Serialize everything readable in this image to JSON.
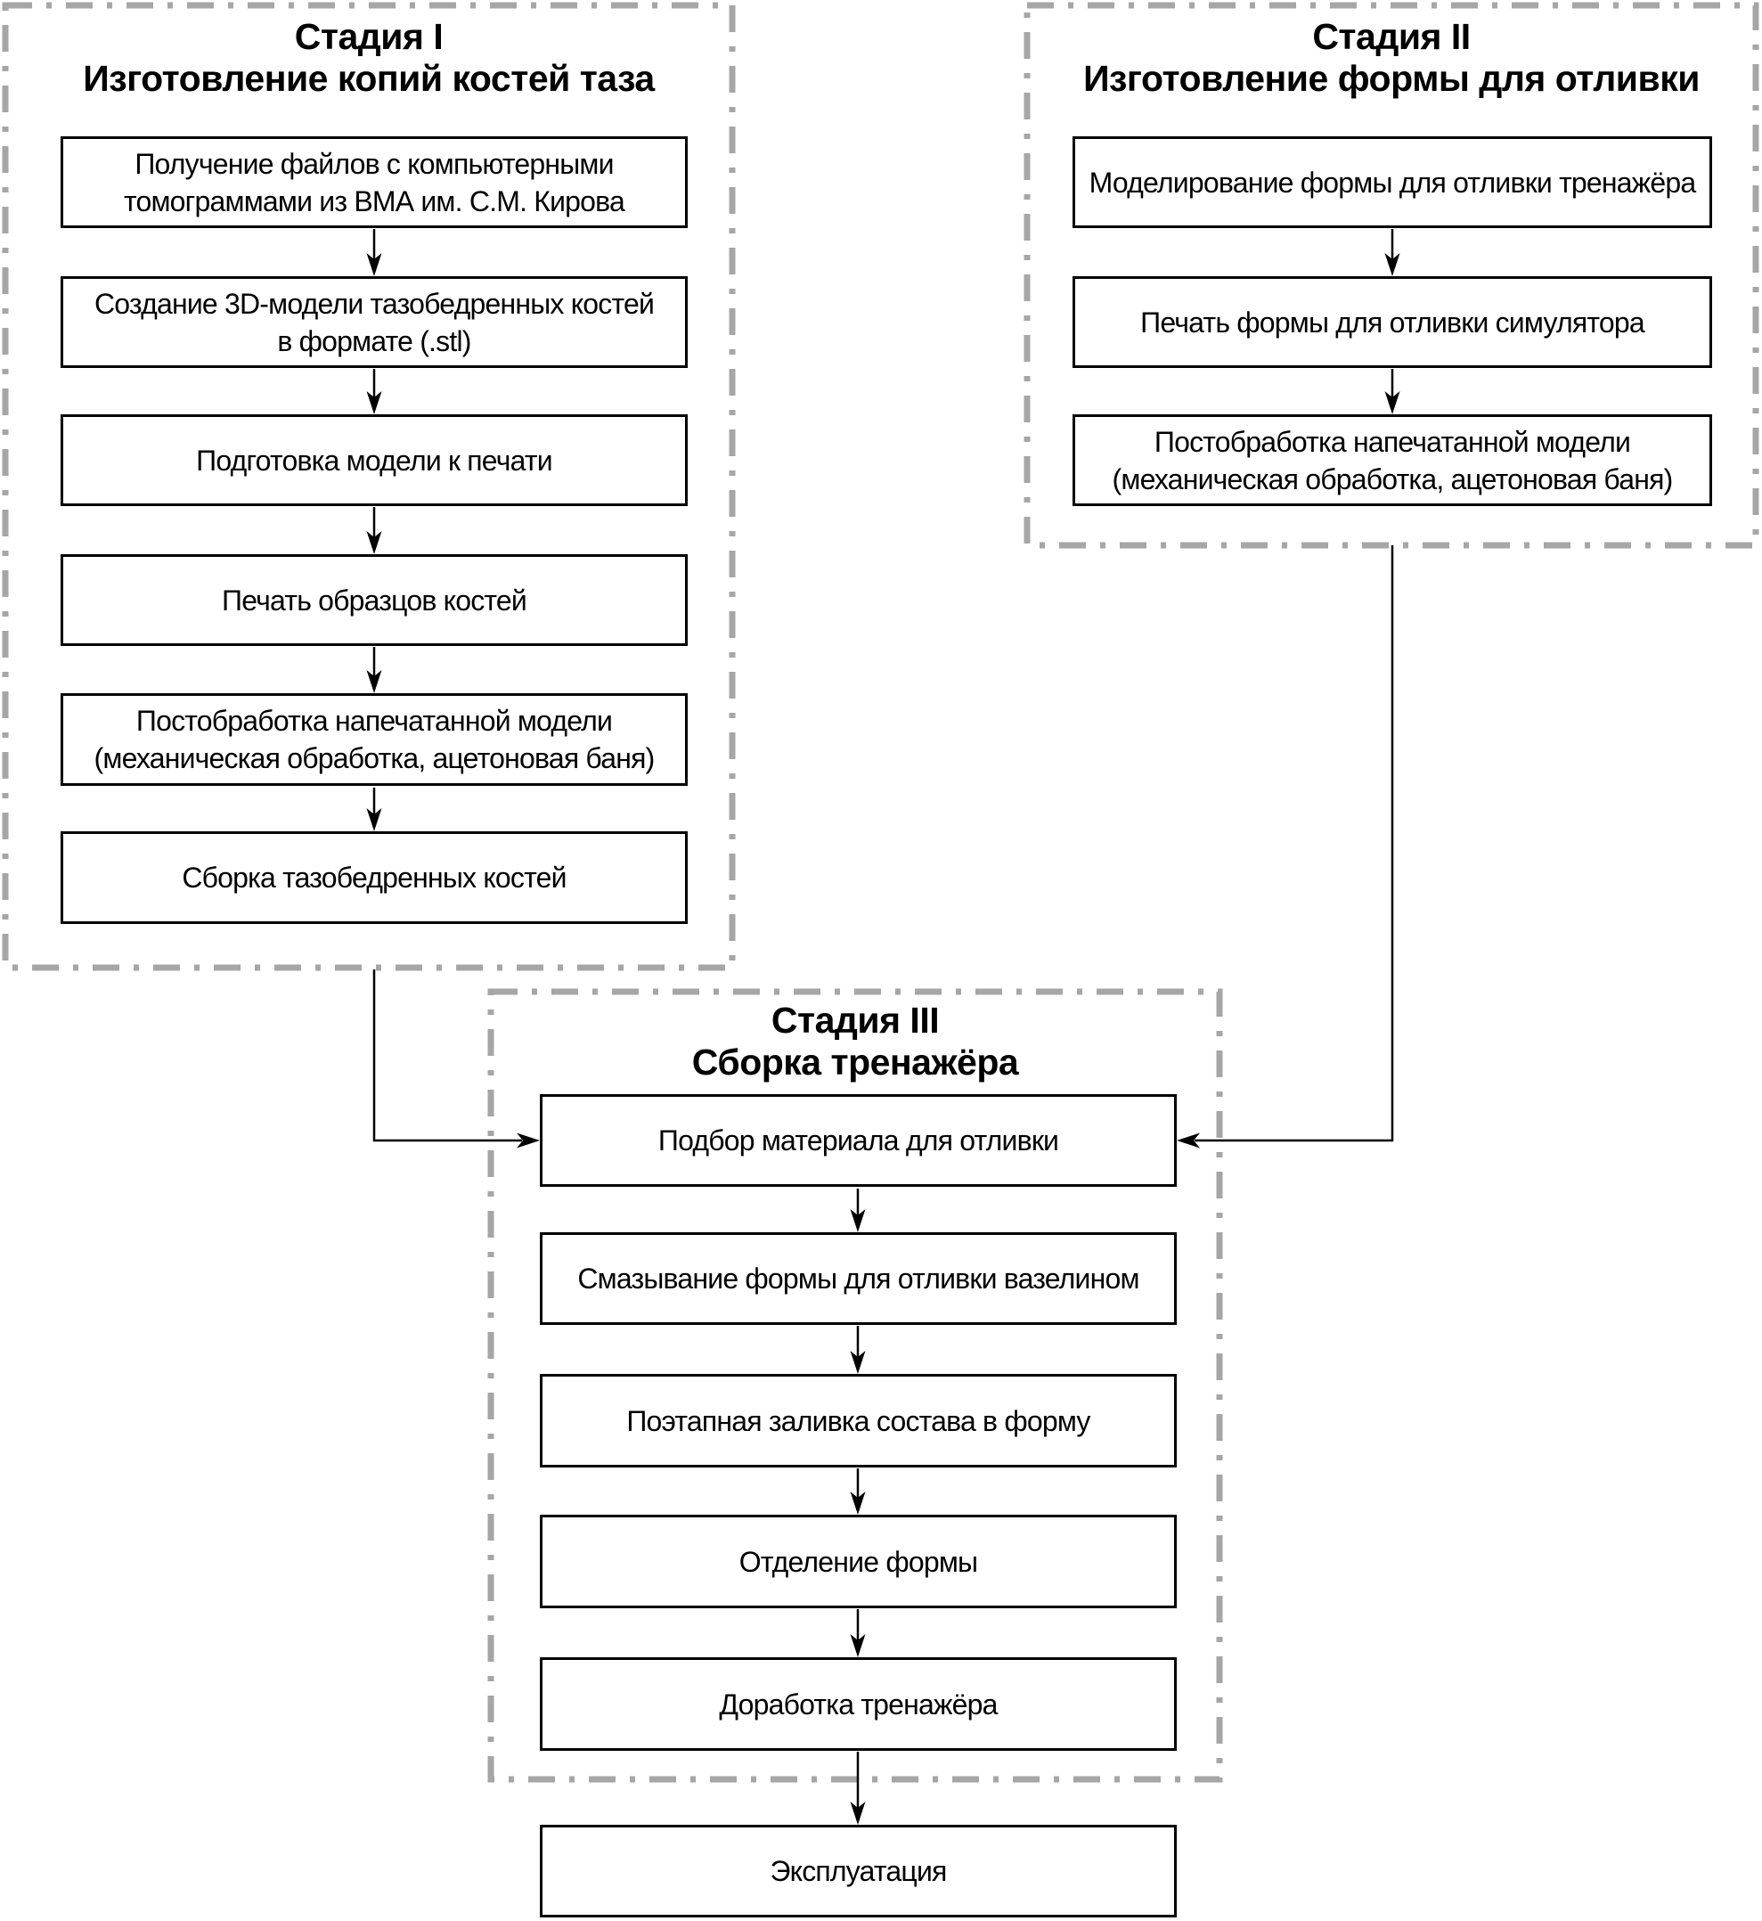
{
  "colors": {
    "background": "#ffffff",
    "box_border": "#000000",
    "dashed_border": "#a6a6a6",
    "text": "#000000",
    "arrow": "#000000"
  },
  "stages": [
    {
      "title_line1": "Стадия I",
      "title_line2": "Изготовление копий костей таза",
      "steps": [
        {
          "lines": [
            "Получение файлов с компьютерными",
            "томограммами из ВМА им. С.М. Кирова"
          ]
        },
        {
          "lines": [
            "Создание 3D-модели тазобедренных костей",
            "в формате (.stl)"
          ]
        },
        {
          "lines": [
            "Подготовка модели к печати"
          ]
        },
        {
          "lines": [
            "Печать образцов костей"
          ]
        },
        {
          "lines": [
            "Постобработка напечатанной модели",
            "(механическая обработка, ацетоновая баня)"
          ]
        },
        {
          "lines": [
            "Сборка тазобедренных костей"
          ]
        }
      ]
    },
    {
      "title_line1": "Стадия II",
      "title_line2": "Изготовление формы для отливки",
      "steps": [
        {
          "lines": [
            "Моделирование формы для отливки тренажёра"
          ]
        },
        {
          "lines": [
            "Печать формы для отливки симулятора"
          ]
        },
        {
          "lines": [
            "Постобработка напечатанной модели",
            "(механическая обработка, ацетоновая баня)"
          ]
        }
      ]
    },
    {
      "title_line1": "Стадия III",
      "title_line2": "Сборка тренажёра",
      "steps": [
        {
          "lines": [
            "Подбор материала для отливки"
          ]
        },
        {
          "lines": [
            "Смазывание формы для отливки вазелином"
          ]
        },
        {
          "lines": [
            "Поэтапная заливка состава в форму"
          ]
        },
        {
          "lines": [
            "Отделение формы"
          ]
        },
        {
          "lines": [
            "Доработка тренажёра"
          ]
        }
      ]
    }
  ],
  "final_step": {
    "lines": [
      "Эксплуатация"
    ]
  }
}
